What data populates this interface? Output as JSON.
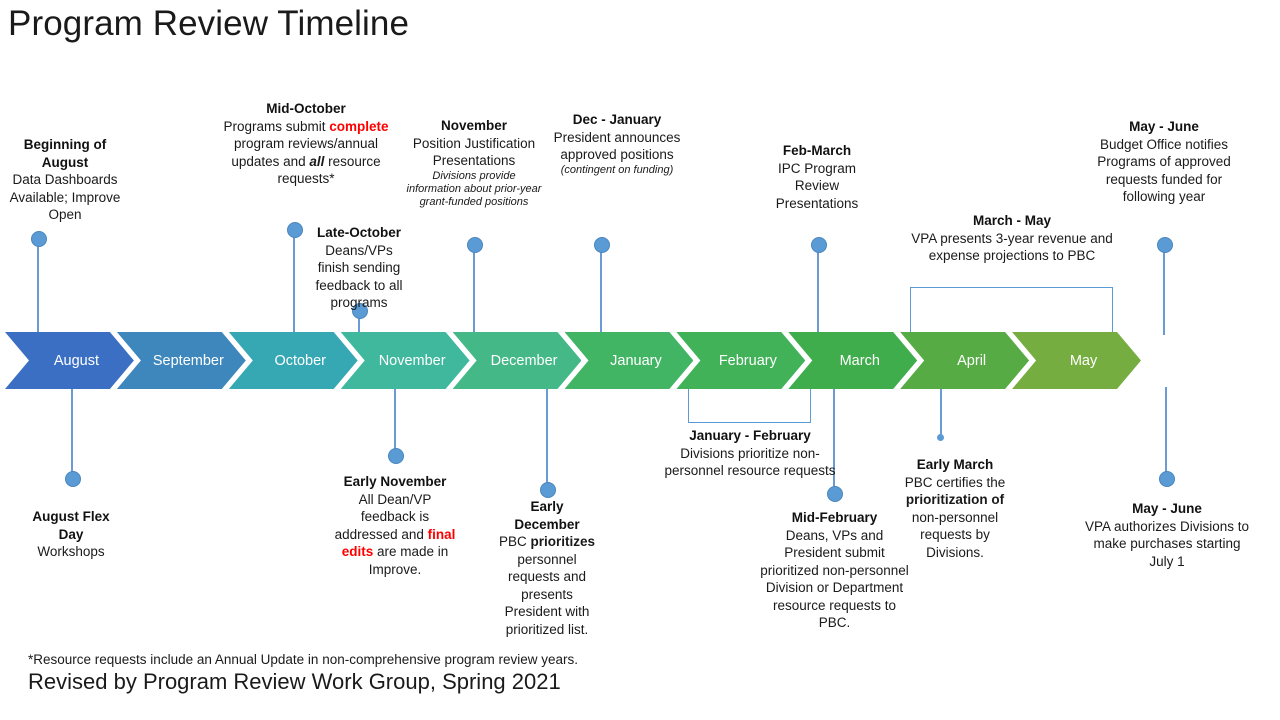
{
  "title": "Program Review Timeline",
  "footer": {
    "footnote": "*Resource requests include an Annual Update in non-comprehensive program review years.",
    "revised": "Revised by Program Review Work Group, Spring 2021"
  },
  "colors": {
    "chevron_start": "#3a6fc4",
    "chevron_end": "#7fb03f",
    "connector": "#5b9bd5",
    "dot": "#5b9bd5",
    "highlight_red": "#ff0000",
    "text": "#1a1a1a",
    "background": "#ffffff"
  },
  "timeline": {
    "months": [
      {
        "label": "August",
        "color": "#3b6fc3"
      },
      {
        "label": "September",
        "color": "#3e87bd"
      },
      {
        "label": "October",
        "color": "#36a8b4"
      },
      {
        "label": "November",
        "color": "#3fb89d"
      },
      {
        "label": "December",
        "color": "#45b887"
      },
      {
        "label": "January",
        "color": "#42b565"
      },
      {
        "label": "February",
        "color": "#41b257"
      },
      {
        "label": "March",
        "color": "#40ad4c"
      },
      {
        "label": "April",
        "color": "#56ab44"
      },
      {
        "label": "May",
        "color": "#76ad40"
      }
    ]
  },
  "notes_above": [
    {
      "id": "beginning-of-august",
      "heading_line1": "Beginning of",
      "heading_line2": "August",
      "body": "Data Dashboards Available; Improve  Open"
    },
    {
      "id": "mid-october",
      "heading": "Mid-October",
      "body_part1": "Programs submit ",
      "body_red": "complete",
      "body_part2": " program reviews/annual updates and ",
      "body_italic_bold": "all",
      "body_part3": " resource requests*"
    },
    {
      "id": "late-october",
      "heading": "Late-October",
      "body": "Deans/VPs finish sending feedback  to all programs"
    },
    {
      "id": "november",
      "heading": "November",
      "body": "Position Justification Presentations",
      "sub": "Divisions provide information about prior-year grant-funded positions"
    },
    {
      "id": "dec-january",
      "heading": "Dec - January",
      "body": "President announces approved positions",
      "sub": "(contingent on funding)"
    },
    {
      "id": "feb-march",
      "heading": "Feb-March",
      "body": "IPC Program Review Presentations"
    },
    {
      "id": "march-may",
      "heading": "March - May",
      "body": "VPA presents 3-year revenue and expense projections to PBC"
    },
    {
      "id": "may-june-budget",
      "heading": "May - June",
      "body": "Budget Office notifies Programs of approved requests funded for following year"
    }
  ],
  "notes_below": [
    {
      "id": "august-flex-day",
      "heading_line1": "August Flex",
      "heading_line2": "Day",
      "body": "Workshops"
    },
    {
      "id": "early-november",
      "heading": "Early November",
      "body_part1": "All Dean/VP feedback is addressed and ",
      "body_red": "final edits",
      "body_part2": " are made in Improve."
    },
    {
      "id": "early-december",
      "heading_line1": "Early",
      "heading_line2": "December",
      "body_part1": "PBC ",
      "body_bold": "prioritizes",
      "body_part2": " personnel requests and presents President with prioritized list."
    },
    {
      "id": "january-february",
      "heading": "January - February",
      "body": "Divisions prioritize non-personnel resource requests"
    },
    {
      "id": "mid-february",
      "heading": "Mid-February",
      "body": "Deans, VPs and President submit prioritized  non-personnel Division or Department  resource requests to  PBC."
    },
    {
      "id": "early-march",
      "heading": "Early March",
      "body_part1": "PBC certifies the ",
      "body_bold": "prioritization of",
      "body_part2": " non-personnel requests by Divisions."
    },
    {
      "id": "may-june-vpa",
      "heading": "May - June",
      "body": "VPA authorizes Divisions to make purchases starting July 1"
    }
  ]
}
